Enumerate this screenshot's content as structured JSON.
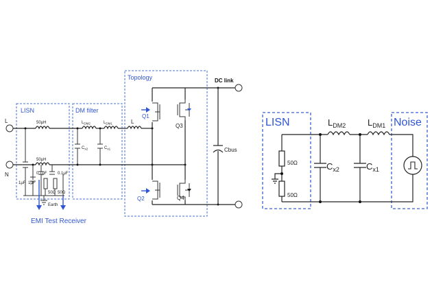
{
  "left_circuit": {
    "box_labels": {
      "lisn": "LISN",
      "dm_filter": "DM filter",
      "topology": "Topology"
    },
    "dc_link": "DC link",
    "terminals": {
      "line": "L",
      "neutral": "N"
    },
    "lisn_parts": {
      "inductor_top": "50μH",
      "inductor_bottom": "50μH",
      "cap_a": "1μF",
      "cap_b": "1μF",
      "cap_c": "0.1μF",
      "cap_d": "0.1μF",
      "res_a": "50Ω",
      "res_b": "50Ω",
      "earth": "Earth"
    },
    "dm_parts": {
      "ldm2": "L",
      "ldm2_sub": "DM2",
      "ldm1": "L",
      "ldm1_sub": "DM1",
      "cx2": "C",
      "cx2_sub": "x2",
      "cx1": "C",
      "cx1_sub": "x1"
    },
    "inductor_L": "L",
    "switches": {
      "q1": "Q1",
      "q2": "Q2",
      "q3": "Q3",
      "q4": "Q4"
    },
    "cbus": "Cbus",
    "emi_receiver": "EMI Test Receiver"
  },
  "right_circuit": {
    "box_labels": {
      "lisn": "LISN",
      "noise": "Noise"
    },
    "ldm2": "L",
    "ldm2_sub": "DM2",
    "ldm1": "L",
    "ldm1_sub": "DM1",
    "cx2": "C",
    "cx2_sub": "x2",
    "cx1": "C",
    "cx1_sub": "x1",
    "res_top": "50Ω",
    "res_bottom": "50Ω"
  },
  "colors": {
    "accent": "#2f55d4",
    "wire": "#222222",
    "background": "#ffffff"
  }
}
